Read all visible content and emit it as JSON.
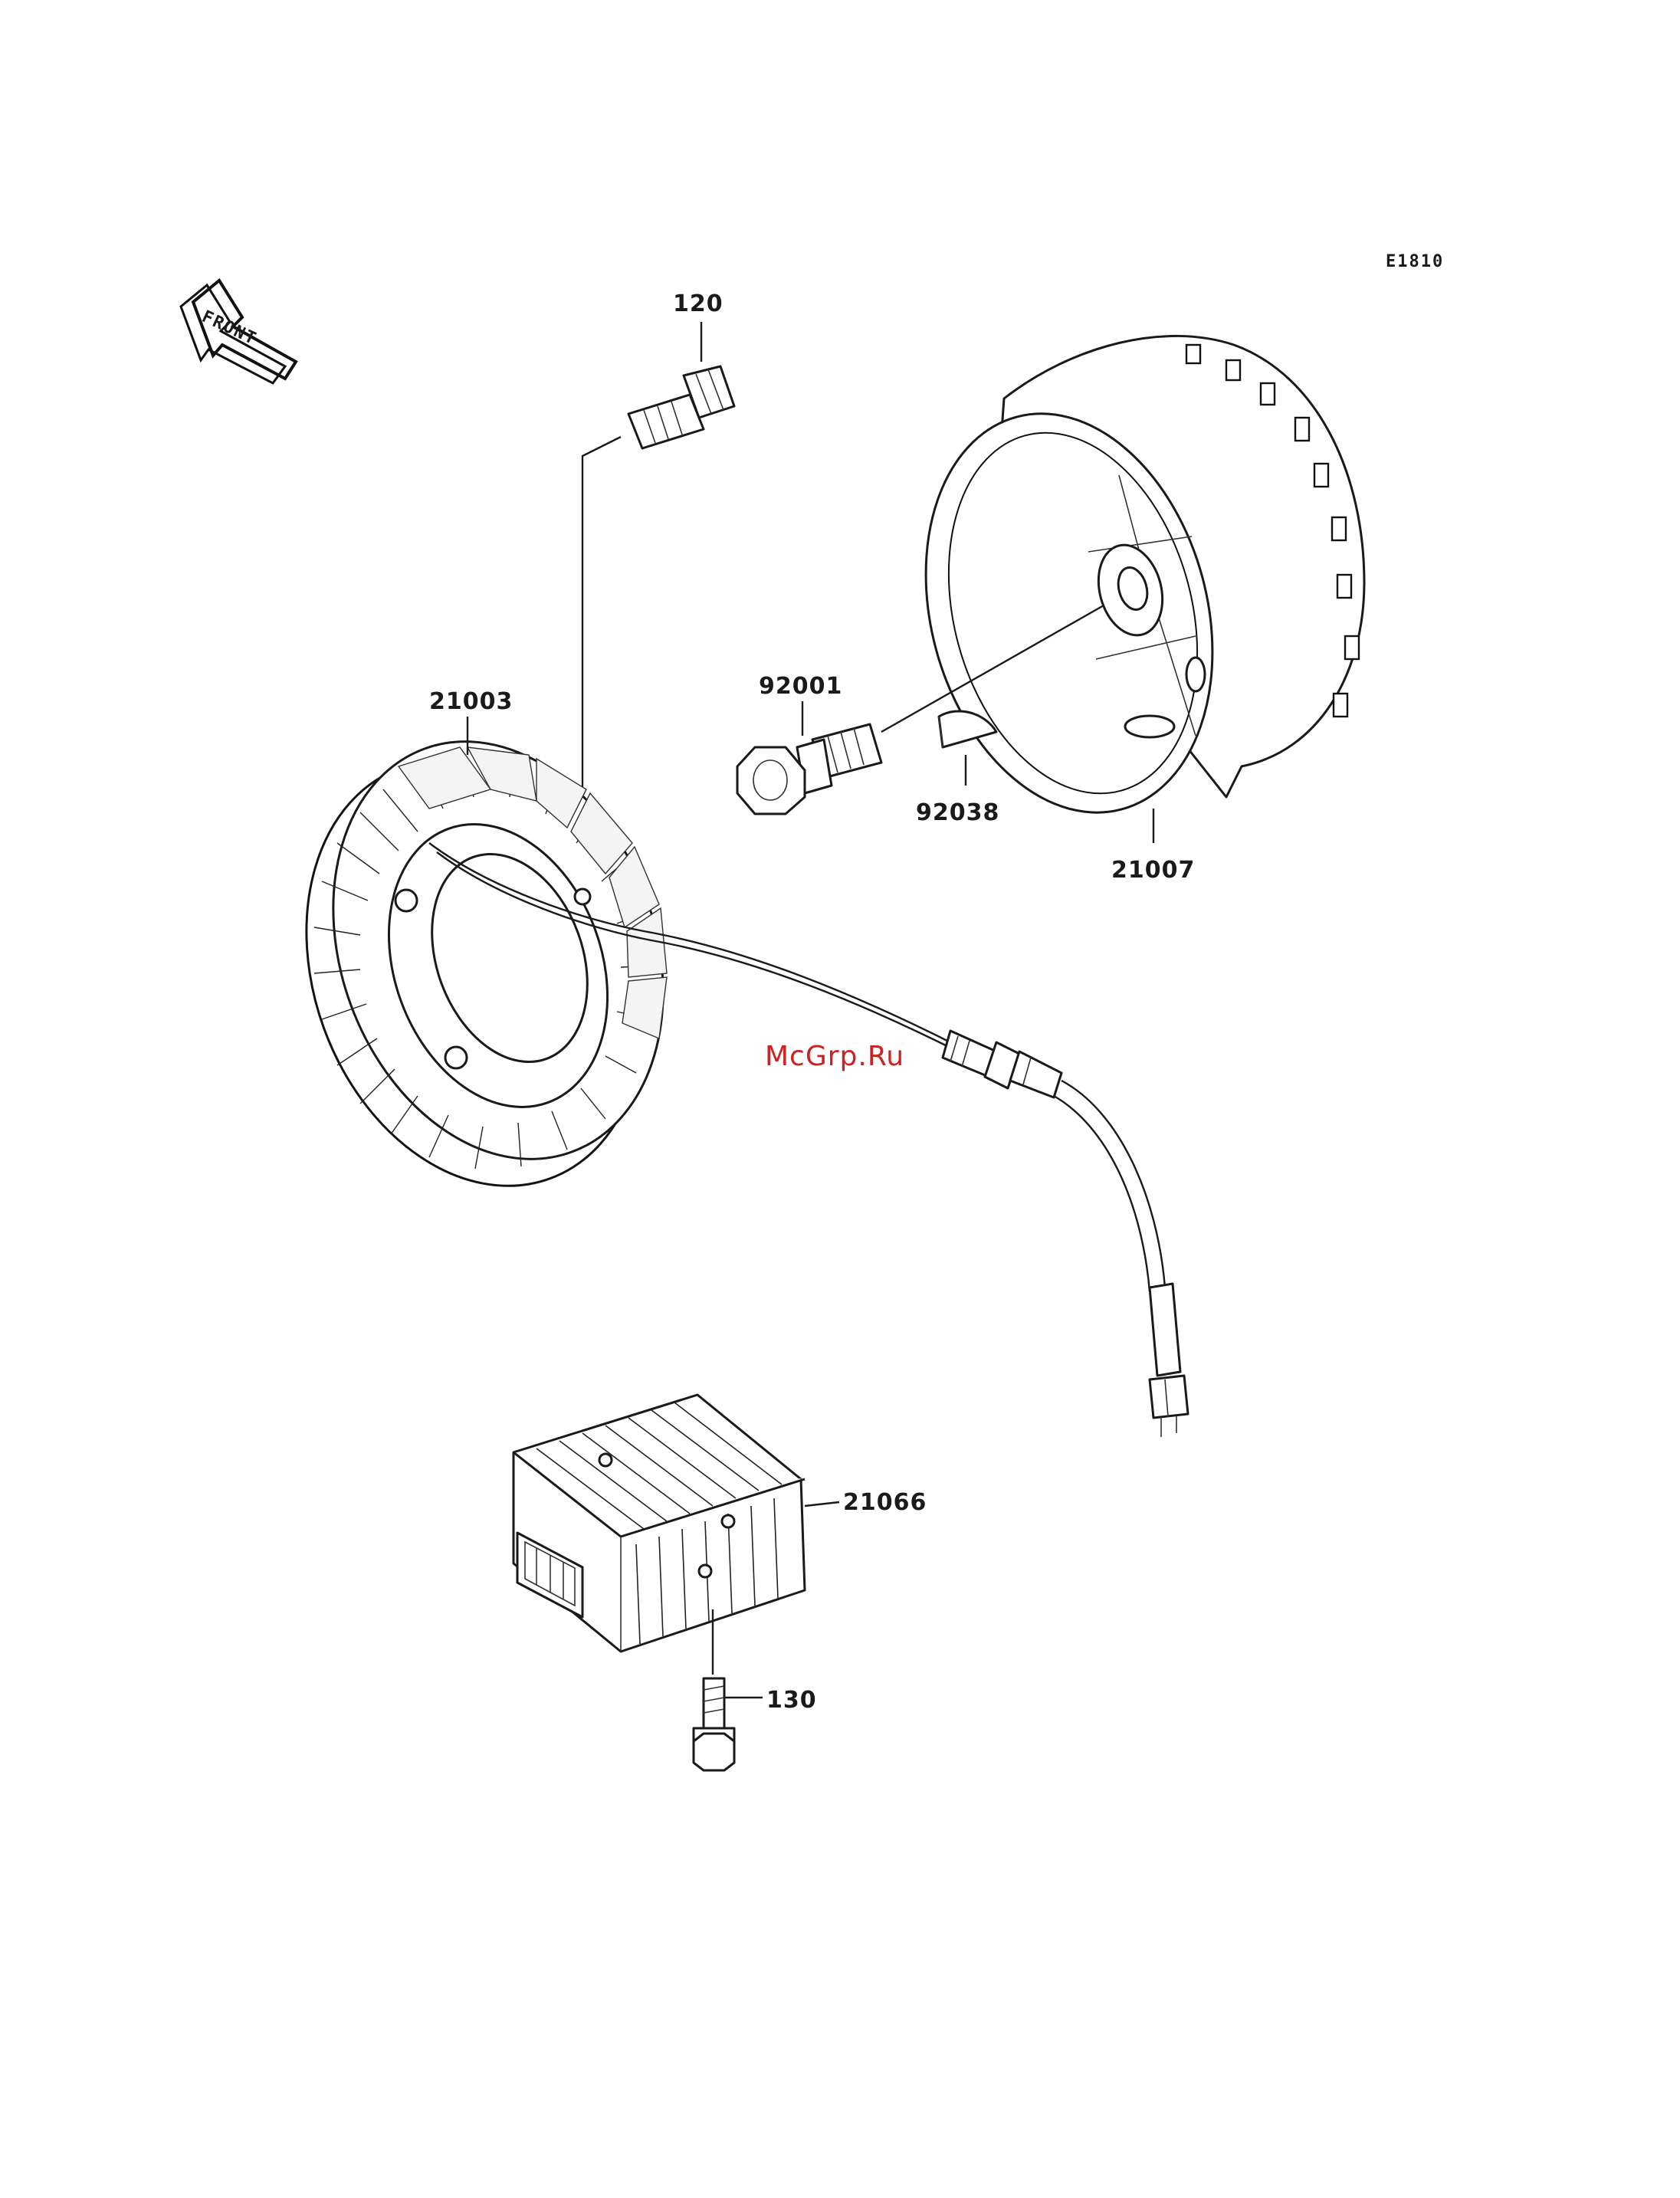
{
  "diagram": {
    "code": "E1810",
    "front_badge": "FRONT",
    "watermark": "McGrp.Ru",
    "watermark_color": "#cc2222",
    "parts": [
      {
        "id": "bolt-120",
        "label": "120"
      },
      {
        "id": "stator-21003",
        "label": "21003"
      },
      {
        "id": "bolt-92001",
        "label": "92001"
      },
      {
        "id": "key-92038",
        "label": "92038"
      },
      {
        "id": "rotor-21007",
        "label": "21007"
      },
      {
        "id": "regulator-21066",
        "label": "21066"
      },
      {
        "id": "bolt-130",
        "label": "130"
      }
    ]
  }
}
